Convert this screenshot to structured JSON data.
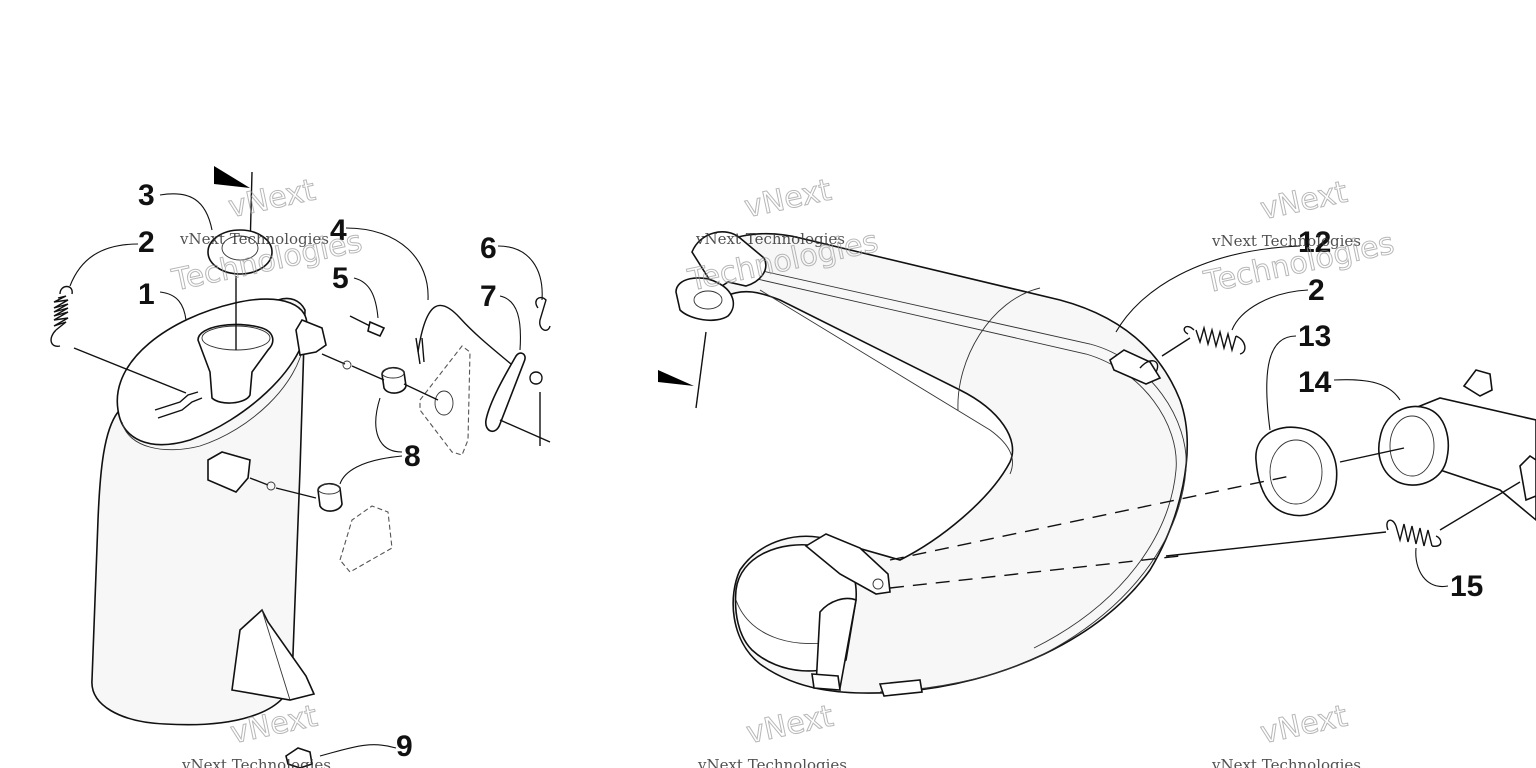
{
  "diagram": {
    "callouts": {
      "left_1": "1",
      "left_2": "2",
      "left_3": "3",
      "left_4": "4",
      "left_5": "5",
      "left_6": "6",
      "left_7": "7",
      "left_8": "8",
      "left_9": "9",
      "right_12": "12",
      "right_2": "2",
      "right_13": "13",
      "right_14": "14",
      "right_15": "15"
    },
    "watermark": {
      "line1": "vNext",
      "line2": "vNext Technologies",
      "line3": "Technologies"
    }
  }
}
